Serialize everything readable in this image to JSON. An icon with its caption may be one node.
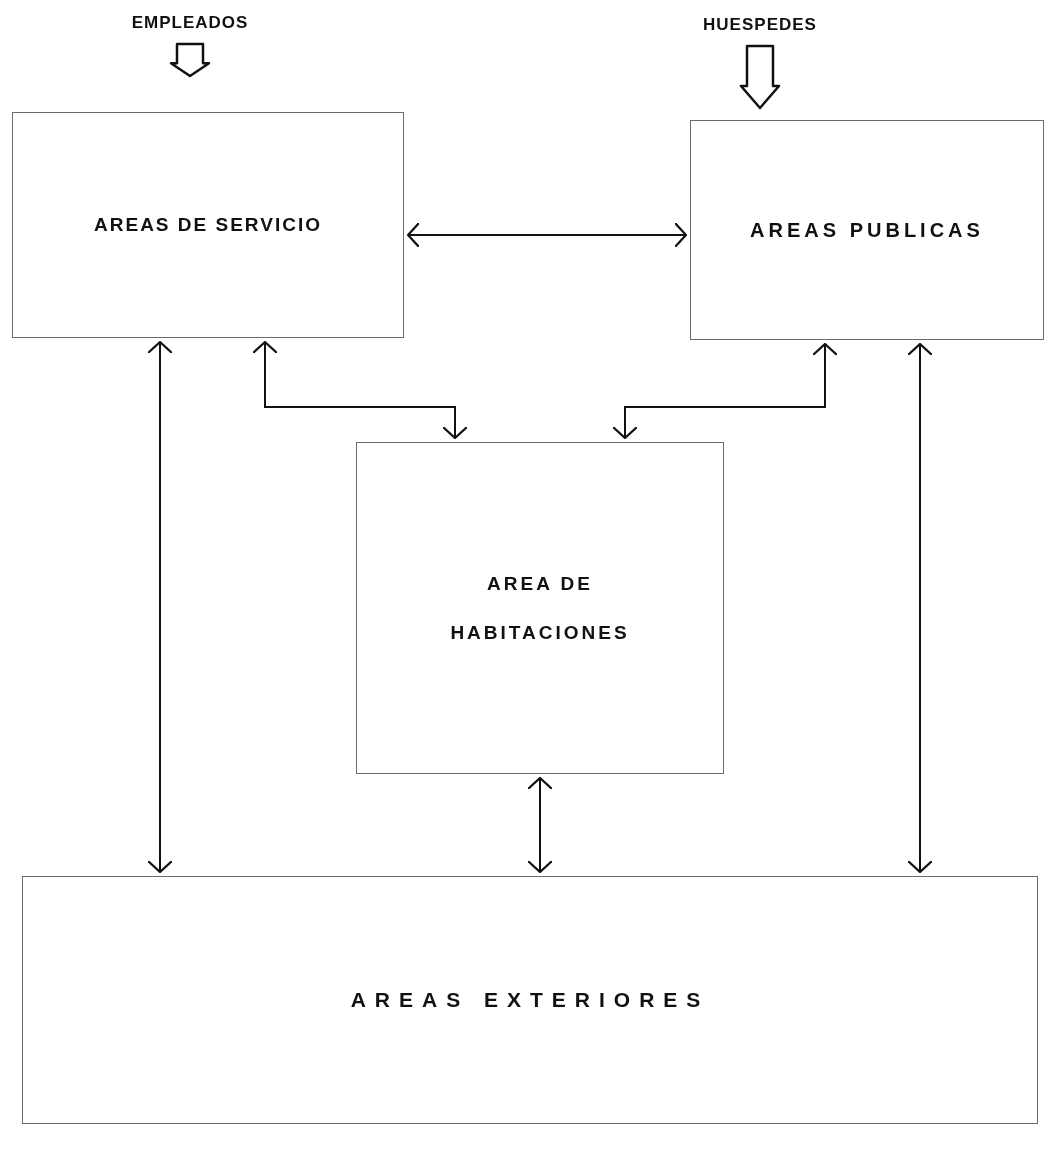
{
  "diagram": {
    "nodes": [
      {
        "text": [
          "EMPLEADOS"
        ]
      },
      {
        "text": [
          "AREAS DE SERVICIO"
        ]
      },
      {
        "text": [
          "HUESPEDES"
        ]
      },
      {
        "text": [
          "AREAS PUBLICAS"
        ]
      },
      {
        "text": [
          "AREA DE HABITACIONES"
        ]
      },
      {
        "text": [
          "AREAS EXTERIORES"
        ]
      }
    ],
    "edges": [
      {
        "from": 0,
        "to": 1,
        "arrow": "to",
        "style": "thick"
      },
      {
        "from": 2,
        "to": 3,
        "arrow": "to",
        "style": "thick"
      },
      {
        "from": 1,
        "to": 3,
        "arrow": "both"
      },
      {
        "from": 1,
        "to": 4,
        "arrow": "both"
      },
      {
        "from": 3,
        "to": 4,
        "arrow": "both"
      },
      {
        "from": 1,
        "to": 5,
        "arrow": "both"
      },
      {
        "from": 4,
        "to": 5,
        "arrow": "both"
      },
      {
        "from": 3,
        "to": 5,
        "arrow": "both"
      }
    ]
  }
}
